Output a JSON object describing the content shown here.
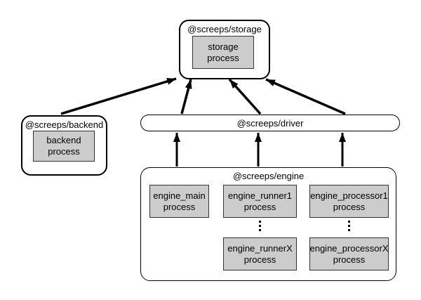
{
  "diagram": {
    "nodes": {
      "storage": {
        "title": "@screeps/storage",
        "process": "storage\nprocess"
      },
      "backend": {
        "title": "@screeps/backend",
        "process": "backend\nprocess"
      },
      "driver": {
        "title": "@screeps/driver"
      },
      "engine": {
        "title": "@screeps/engine",
        "processes": {
          "main": "engine_main\nprocess",
          "runner1": "engine_runner1\nprocess",
          "runnerX": "engine_runnerX\nprocess",
          "processor1": "engine_processor1\nprocess",
          "processorX": "engine_processorX\nprocess"
        },
        "ellipsis_icon": "vertical-ellipsis"
      }
    },
    "edges": [
      "backend -> storage",
      "driver -> storage (left)",
      "driver -> storage (middle)",
      "driver -> storage (right)",
      "engine -> driver (main column)",
      "engine -> driver (runner column)",
      "engine -> driver (processor column)"
    ]
  },
  "colors": {
    "background": "#ffffff",
    "process_fill": "#cccccc",
    "process_border": "#333333",
    "arrow": "#000000"
  }
}
